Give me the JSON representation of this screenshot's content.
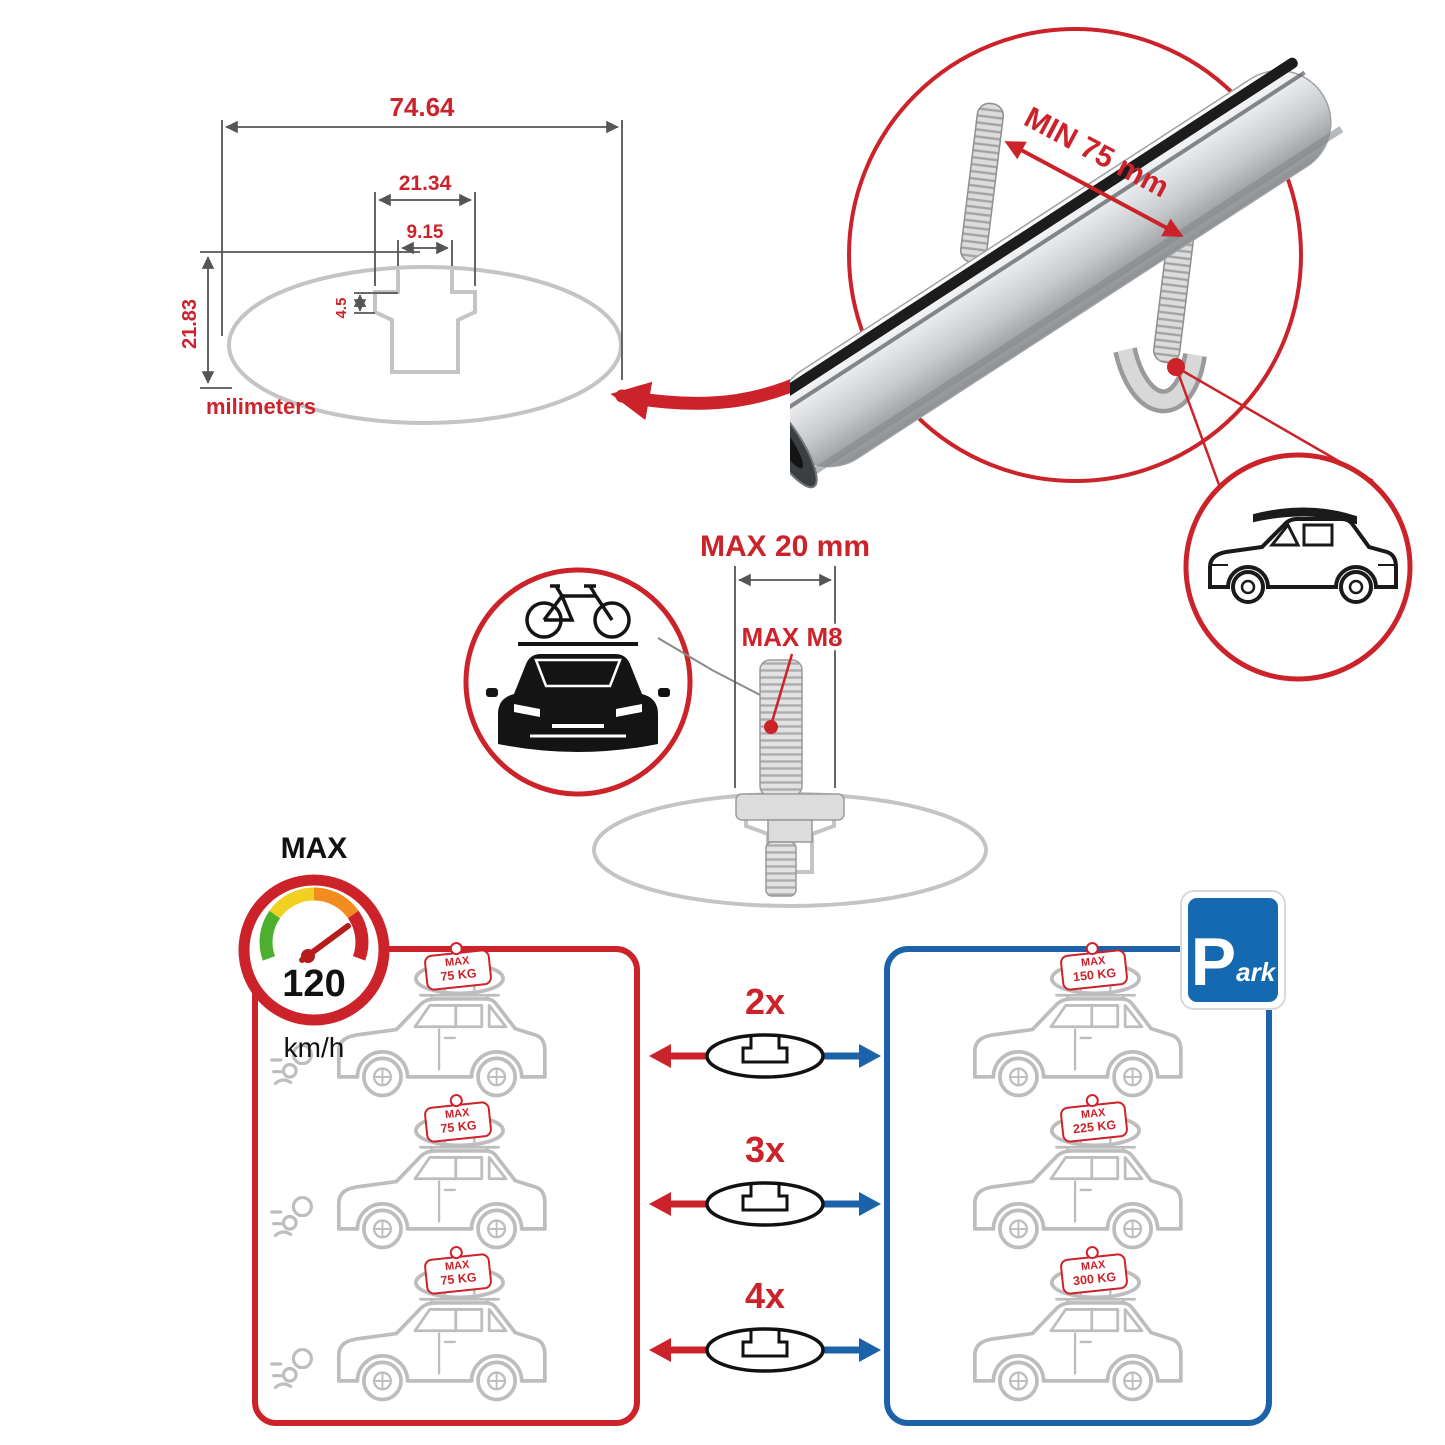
{
  "colors": {
    "red": "#cc2229",
    "blue": "#1b62a8",
    "gray": "#bdbdbd",
    "black": "#1a1a1a"
  },
  "cross_section": {
    "width_total": "74.64",
    "channel_width": "21.34",
    "slot_width": "9.15",
    "lip_depth": "4.5",
    "height_total": "21.83",
    "units": "milimeters"
  },
  "clamp": {
    "min_spread": "MIN 75 mm"
  },
  "bolt": {
    "max_clamp": "MAX 20 mm",
    "thread": "MAX M8"
  },
  "speed_limit": {
    "label": "MAX",
    "value": "120",
    "unit": "km/h"
  },
  "driving_loads": [
    {
      "line1": "MAX",
      "line2": "75 KG"
    },
    {
      "line1": "MAX",
      "line2": "75 KG"
    },
    {
      "line1": "MAX",
      "line2": "75 KG"
    }
  ],
  "parked_loads": [
    {
      "line1": "MAX",
      "line2": "150 KG"
    },
    {
      "line1": "MAX",
      "line2": "225 KG"
    },
    {
      "line1": "MAX",
      "line2": "300 KG"
    }
  ],
  "bar_counts": [
    "2x",
    "3x",
    "4x"
  ],
  "park_sign": {
    "letter": "P",
    "suffix": "ark"
  }
}
